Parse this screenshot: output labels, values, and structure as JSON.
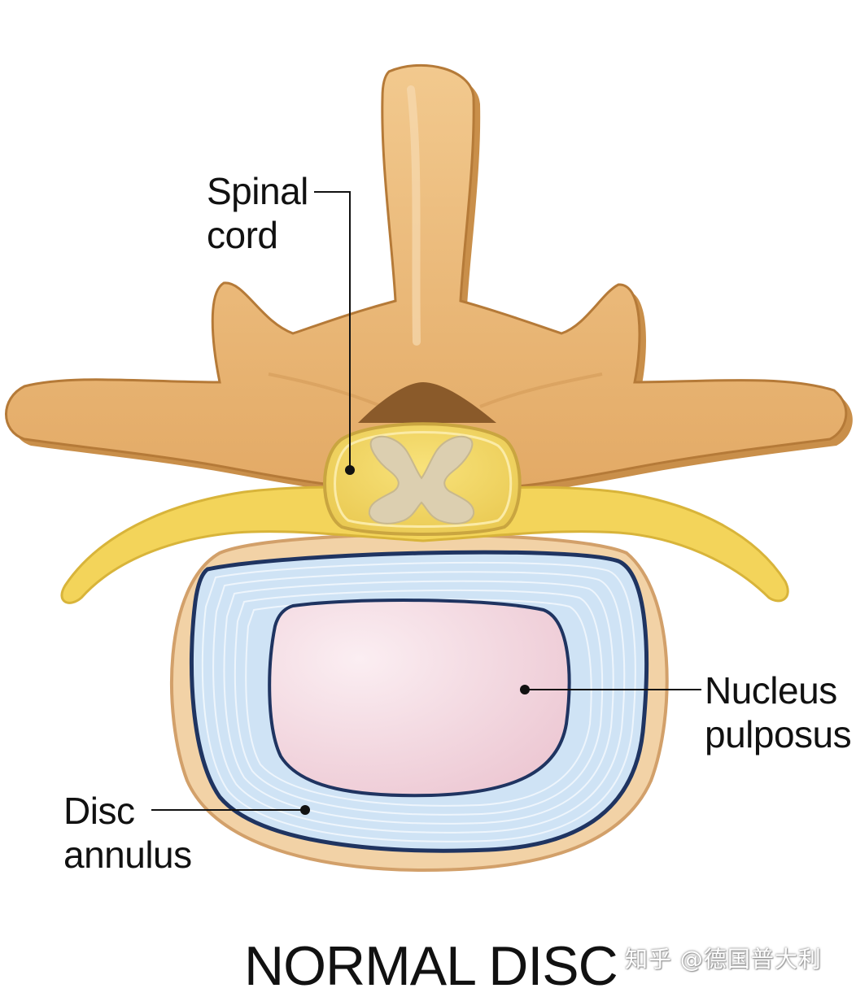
{
  "labels": {
    "spinal_cord": [
      "Spinal",
      "cord"
    ],
    "nucleus_pulposus": [
      "Nucleus",
      "pulposus"
    ],
    "disc_annulus": [
      "Disc",
      "annulus"
    ]
  },
  "title": "NORMAL DISC",
  "watermark": "知乎 @德国普大利",
  "colors": {
    "bone": "#E9B777",
    "bone_shadow": "#C98F4A",
    "bone_outline": "#B57A38",
    "nerve": "#F3D45A",
    "spinal_cord": "#F0D45C",
    "gray_matter": "#DCCFB0",
    "annulus": "#CFE3F5",
    "annulus_outline": "#1F3461",
    "nucleus": "#F0D2DB",
    "leader_line": "#111111"
  }
}
